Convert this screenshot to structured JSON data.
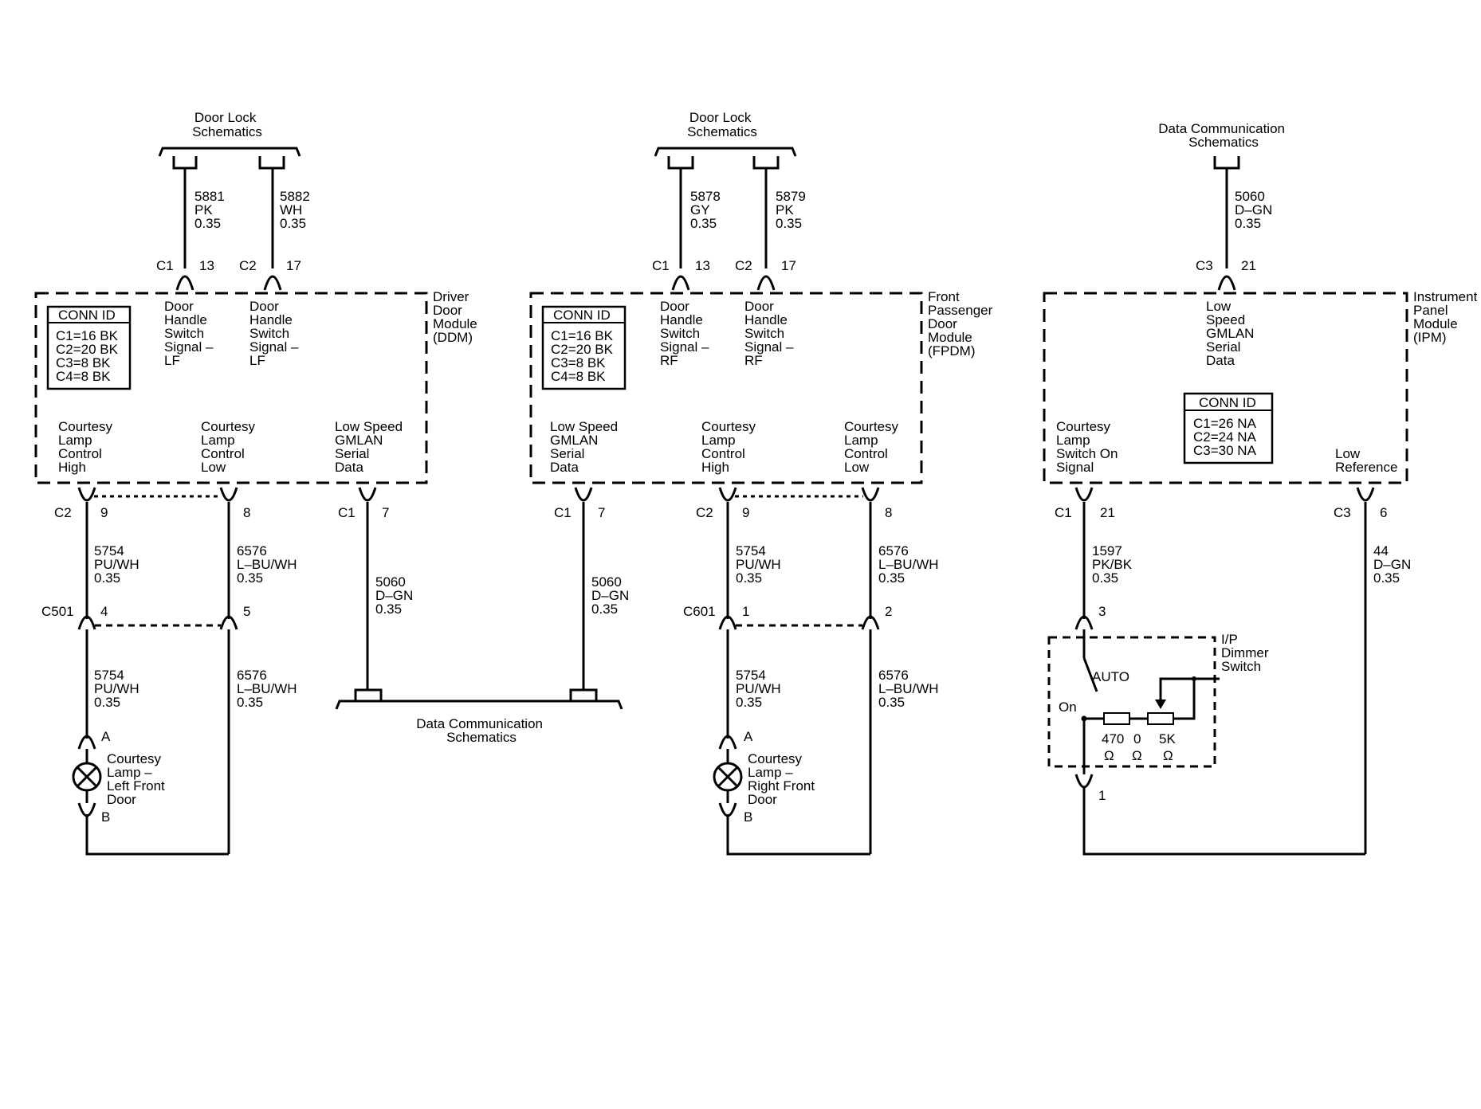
{
  "refs": {
    "door_lock": [
      "Door Lock",
      "Schematics"
    ],
    "data_comm": [
      "Data Communication",
      "Schematics"
    ]
  },
  "conn_id": {
    "title": "CONN ID",
    "door_rows": [
      "C1=16 BK",
      "C2=20 BK",
      "C3=8 BK",
      "C4=8 BK"
    ],
    "ipm_rows": [
      "C1=26 NA",
      "C2=24 NA",
      "C3=30 NA"
    ]
  },
  "ddm": {
    "name": [
      "Driver",
      "Door",
      "Module",
      "(DDM)"
    ],
    "sig_lf_a": [
      "Door",
      "Handle",
      "Switch",
      "Signal –",
      "LF"
    ],
    "sig_lf_b": [
      "Door",
      "Handle",
      "Switch",
      "Signal –",
      "LF"
    ],
    "lamp_high": [
      "Courtesy",
      "Lamp",
      "Control",
      "High"
    ],
    "lamp_low": [
      "Courtesy",
      "Lamp",
      "Control",
      "Low"
    ],
    "gmlan": [
      "Low Speed",
      "GMLAN",
      "Serial",
      "Data"
    ]
  },
  "fpdm": {
    "name": [
      "Front",
      "Passenger",
      "Door",
      "Module",
      "(FPDM)"
    ],
    "sig_rf_a": [
      "Door",
      "Handle",
      "Switch",
      "Signal –",
      "RF"
    ],
    "sig_rf_b": [
      "Door",
      "Handle",
      "Switch",
      "Signal –",
      "RF"
    ],
    "gmlan": [
      "Low Speed",
      "GMLAN",
      "Serial",
      "Data"
    ],
    "lamp_high": [
      "Courtesy",
      "Lamp",
      "Control",
      "High"
    ],
    "lamp_low": [
      "Courtesy",
      "Lamp",
      "Control",
      "Low"
    ]
  },
  "ipm": {
    "name": [
      "Instrument",
      "Panel",
      "Module",
      "(IPM)"
    ],
    "gmlan": [
      "Low",
      "Speed",
      "GMLAN",
      "Serial",
      "Data"
    ],
    "switch_on": [
      "Courtesy",
      "Lamp",
      "Switch On",
      "Signal"
    ],
    "low_ref": [
      "Low",
      "Reference"
    ]
  },
  "wires": {
    "w5881": [
      "5881",
      "PK",
      "0.35"
    ],
    "w5882": [
      "5882",
      "WH",
      "0.35"
    ],
    "w5878": [
      "5878",
      "GY",
      "0.35"
    ],
    "w5879": [
      "5879",
      "PK",
      "0.35"
    ],
    "w5060": [
      "5060",
      "D–GN",
      "0.35"
    ],
    "w5754": [
      "5754",
      "PU/WH",
      "0.35"
    ],
    "w6576": [
      "6576",
      "L–BU/WH",
      "0.35"
    ],
    "w1597": [
      "1597",
      "PK/BK",
      "0.35"
    ],
    "w44": [
      "44",
      "D–GN",
      "0.35"
    ]
  },
  "conn": {
    "c1": "C1",
    "c2": "C2",
    "c3": "C3",
    "c501": "C501",
    "c601": "C601",
    "p13": "13",
    "p17": "17",
    "p21": "21",
    "p9": "9",
    "p8": "8",
    "p7": "7",
    "p6": "6",
    "p4": "4",
    "p5": "5",
    "p1": "1",
    "p2": "2",
    "p3": "3",
    "pA": "A",
    "pB": "B"
  },
  "lamps": {
    "left": [
      "Courtesy",
      "Lamp –",
      "Left Front",
      "Door"
    ],
    "right": [
      "Courtesy",
      "Lamp –",
      "Right Front",
      "Door"
    ]
  },
  "dimmer": {
    "name": [
      "I/P",
      "Dimmer",
      "Switch"
    ],
    "auto": "AUTO",
    "on": "On",
    "r470": "470",
    "r0": "0",
    "r5k": "5K",
    "ohm": "Ω"
  }
}
